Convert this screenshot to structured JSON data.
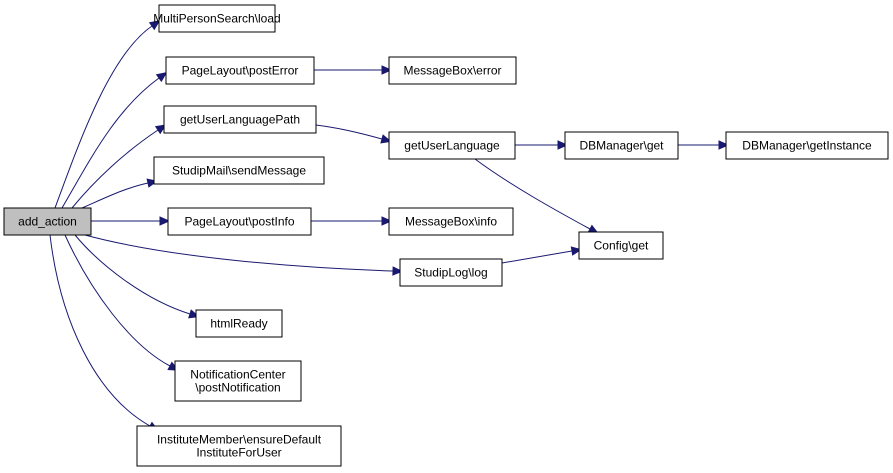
{
  "graph": {
    "edge_color": "#191970",
    "root_fill": "#bfbfbf",
    "nodes": {
      "add_action": [
        "add_action"
      ],
      "multiperson_load": [
        "MultiPersonSearch\\load"
      ],
      "pagelayout_posterror": [
        "PageLayout\\postError"
      ],
      "messagebox_error": [
        "MessageBox\\error"
      ],
      "get_user_language_path": [
        "getUserLanguagePath"
      ],
      "get_user_language": [
        "getUserLanguage"
      ],
      "dbmanager_get": [
        "DBManager\\get"
      ],
      "dbmanager_getinstance": [
        "DBManager\\getInstance"
      ],
      "studipmail_sendmessage": [
        "StudipMail\\sendMessage"
      ],
      "pagelayout_postinfo": [
        "PageLayout\\postInfo"
      ],
      "messagebox_info": [
        "MessageBox\\info"
      ],
      "config_get": [
        "Config\\get"
      ],
      "studiplog_log": [
        "StudipLog\\log"
      ],
      "htmlready": [
        "htmlReady"
      ],
      "notificationcenter_postnotification": [
        "NotificationCenter",
        "\\postNotification"
      ],
      "institutemember_ensuredefault": [
        "InstituteMember\\ensureDefault",
        "InstituteForUser"
      ]
    },
    "edges": [
      [
        "add_action",
        "multiperson_load"
      ],
      [
        "add_action",
        "pagelayout_posterror"
      ],
      [
        "add_action",
        "get_user_language_path"
      ],
      [
        "add_action",
        "studipmail_sendmessage"
      ],
      [
        "add_action",
        "pagelayout_postinfo"
      ],
      [
        "add_action",
        "studiplog_log"
      ],
      [
        "add_action",
        "htmlready"
      ],
      [
        "add_action",
        "notificationcenter_postnotification"
      ],
      [
        "add_action",
        "institutemember_ensuredefault"
      ],
      [
        "pagelayout_posterror",
        "messagebox_error"
      ],
      [
        "get_user_language_path",
        "get_user_language"
      ],
      [
        "get_user_language",
        "dbmanager_get"
      ],
      [
        "get_user_language",
        "config_get"
      ],
      [
        "dbmanager_get",
        "dbmanager_getinstance"
      ],
      [
        "pagelayout_postinfo",
        "messagebox_info"
      ],
      [
        "studiplog_log",
        "config_get"
      ]
    ]
  }
}
